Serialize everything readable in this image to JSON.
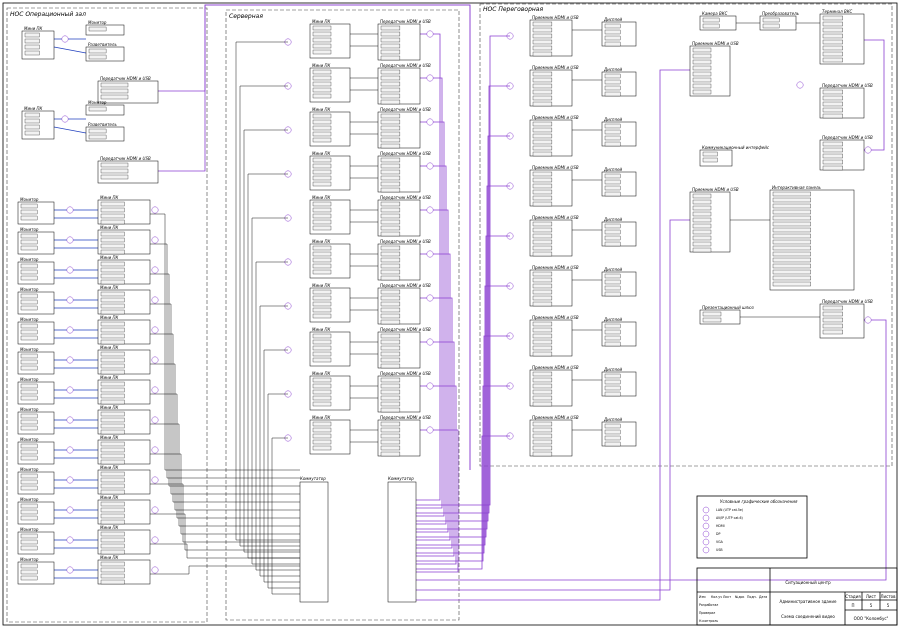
{
  "zones": {
    "op_room": "НОС Операционный зал",
    "server": "Серверная",
    "meeting": "НОС Переговорная"
  },
  "device_labels": {
    "mini_pc": "Мини ПК",
    "monitor": "Монитор",
    "splitter": "Разветвитель",
    "extender": "Передатчик HDMI и USB",
    "receiver": "Приемник HDMI и USB",
    "display": "Дисплей",
    "switch": "Коммутатор",
    "vks_camera": "Камера ВКС",
    "converter": "Преобразователь",
    "vks_terminal": "Терминал ВКС",
    "wall_panel": "Интерактивная панель",
    "comm_panel": "Коммуникационный интерфейс",
    "pres_switch": "Презентационный шлюз"
  },
  "legend": {
    "title": "Условные графические обозначения",
    "items": [
      "LAN (UTP cat.5e)",
      "AV/IP (UTP cat.6)",
      "HDMI",
      "DP",
      "VGA",
      "USB"
    ]
  },
  "title_block": {
    "project": "Ситуационный центр",
    "object": "Административное здание",
    "sheet_title": "Схема соединений видео",
    "company": "ООО \"Коломбус\"",
    "stage_hdr": "Стадия",
    "sheet_hdr": "Лист",
    "sheets_hdr": "Листов",
    "stage": "П",
    "sheet": "5",
    "sheets": "5",
    "rows": [
      "Изм",
      "Кол.уч",
      "Лист",
      "№док",
      "Подп.",
      "Дата"
    ],
    "roles": [
      "Разработал",
      "Проверил",
      "Н.контроль"
    ]
  },
  "colors": {
    "lan": "#1f3fbf",
    "ip": "#8a3fd1",
    "wire": "#000000"
  }
}
